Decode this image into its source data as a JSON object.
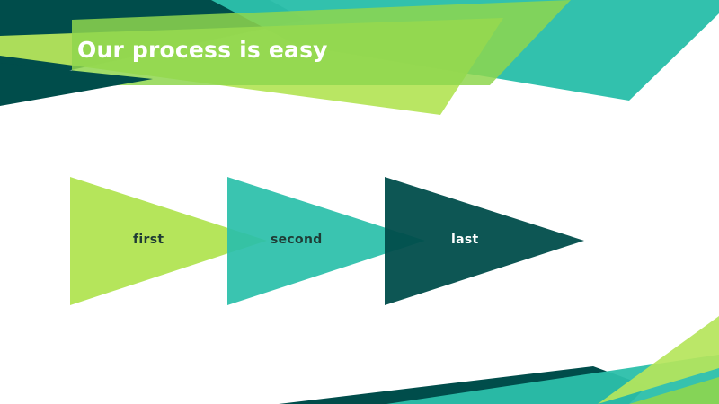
{
  "slide": {
    "title": "Our process is easy"
  },
  "steps": [
    {
      "label": "first",
      "color": "#B5E55B"
    },
    {
      "label": "second",
      "color": "#2BBFAA"
    },
    {
      "label": "last",
      "color": "#004D4B"
    }
  ],
  "colors": {
    "lime": "#B5E55B",
    "teal": "#2BBFAA",
    "dark_teal": "#004D4B",
    "green": "#8ED64E",
    "background": "#FFFFFF"
  }
}
